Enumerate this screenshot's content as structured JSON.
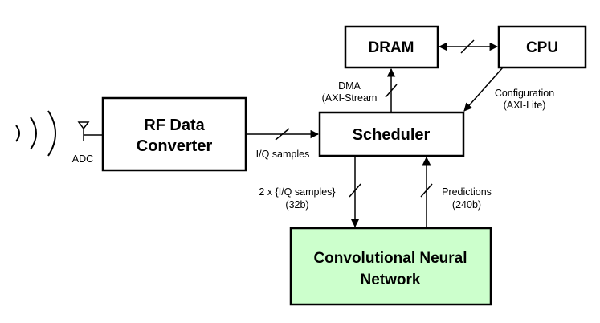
{
  "blocks": {
    "dram": "DRAM",
    "cpu": "CPU",
    "scheduler": "Scheduler",
    "rf_line1": "RF Data",
    "rf_line2": "Converter",
    "cnn_line1": "Convolutional Neural",
    "cnn_line2": "Network"
  },
  "labels": {
    "adc": "ADC",
    "iq_samples": "I/Q samples",
    "dma_line1": "DMA",
    "dma_line2": "(AXI-Stream",
    "config_line1": "Configuration",
    "config_line2": "(AXI-Lite)",
    "to_cnn_line1": "2 x {I/Q samples}",
    "to_cnn_line2": "(32b)",
    "predictions_line1": "Predictions",
    "predictions_line2": "(240b)"
  },
  "colors": {
    "cnn_fill": "#ccffcc",
    "stroke": "#000000",
    "background": "#ffffff"
  },
  "icons": {
    "antenna": "antenna-icon",
    "radio_waves": "radio-waves-icon"
  }
}
